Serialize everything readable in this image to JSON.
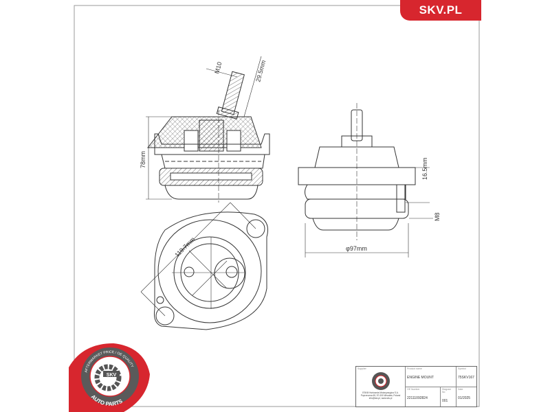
{
  "brand": {
    "label": "SKV.PL",
    "color": "#d7262e"
  },
  "logo": {
    "top_text": "AFTERMARKET PRICE / OE QUALITY",
    "center_text": "SKV",
    "bottom_text": "AUTO PARTS"
  },
  "dimensions": {
    "thread_top": "M10",
    "stud_length": "29.5mm",
    "height": "78mm",
    "flange": "16.5mm",
    "thread_side": "M8",
    "diameter": "φ97mm",
    "hole_spacing": "119.7mm"
  },
  "title_block": {
    "supplier_label": "Supplier",
    "supplier_lines": [
      "ESKM Hurtownia Motoryzacyjna S.A.",
      "Poprzeczna 65, 57-000 Wrocław, Poland",
      "info@skv.pl, www.skv.pl"
    ],
    "product_name_label": "Product name",
    "product_name": "ENGINE MOUNT",
    "symbol_label": "Symbol",
    "symbol": "75SKV167",
    "oe_label": "OE Number",
    "oe_number": "22111092824",
    "diagram_label": "Diagram No",
    "diagram_no": "001",
    "date_label": "Date",
    "date": "01/2025"
  }
}
